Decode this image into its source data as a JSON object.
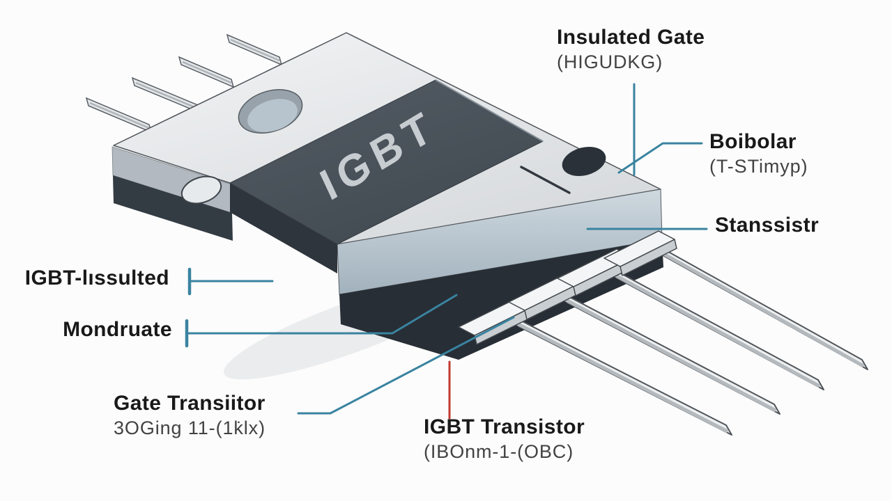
{
  "page": {
    "background": "#fcfcfc"
  },
  "figure": {
    "chip_marking": "IGBT",
    "colors": {
      "leader_teal": "#3a83a0",
      "leader_red": "#c13a31",
      "body_dark": "#4a525a",
      "body_dark_side": "#2e353c",
      "metal_light": "#e9ebed",
      "front_face": "#b3c0ca",
      "under_shadow": "#272e35",
      "title_text": "#191919",
      "subtitle_text": "#424242"
    },
    "labels": {
      "insulated_gate": {
        "title": "Insulated Gate",
        "subtitle": "(HIGUDKG)"
      },
      "boibolar": {
        "title": "Boibolar",
        "subtitle": "(T-STimyp)"
      },
      "stanssistr": {
        "title": "Stanssistr"
      },
      "igbt_lissulted": {
        "title": "IGBT-lıssulted"
      },
      "mondruate": {
        "title": "Mondruate"
      },
      "gate_transiitor": {
        "title": "Gate Transiitor",
        "subtitle": "3OGing 11-(1k̇lx)"
      },
      "igbt_transistor": {
        "title": "IGBT Transistor",
        "subtitle": "(IBOnm-1-(OBC)"
      }
    }
  }
}
